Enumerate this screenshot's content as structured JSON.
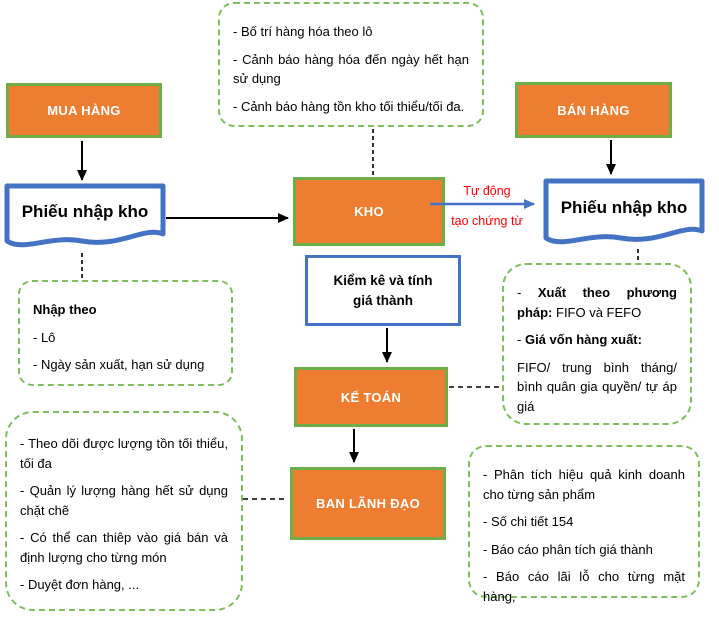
{
  "colors": {
    "orange": "#ED7D31",
    "green": "#6FAD47",
    "green_dashed": "#7FBD5F",
    "blue": "#4472C4",
    "red": "#FF0000",
    "text": "#000000",
    "white": "#FFFFFF"
  },
  "boxes": {
    "mua_hang": "MUA HÀNG",
    "ban_hang": "BÁN HÀNG",
    "kho": "KHO",
    "ke_toan": "KẾ TOÁN",
    "ban_lanh_dao": "BAN LÃNH ĐẠO",
    "kiem_ke": "Kiểm kê và tính giá thành",
    "phieu_nhap_kho_left": "Phiếu nhập kho",
    "phieu_nhap_kho_right": "Phiếu nhập kho"
  },
  "auto_link": {
    "line1": "Tự động",
    "line2": "tạo chứng từ"
  },
  "notes": {
    "kho_features": {
      "items": [
        "- Bố trí hàng hóa theo lô",
        "- Cảnh báo hàng hóa đến ngày hết hạn sử dụng",
        "- Cảnh báo hàng tồn kho tối thiểu/tối đa."
      ]
    },
    "nhap": {
      "heading": "Nhập theo",
      "items": [
        "- Lô",
        "- Ngày sản xuất, hạn sử dụng"
      ]
    },
    "xuat": {
      "item1_prefix": "- ",
      "item1_bold": "Xuất theo phương pháp:",
      "item1_rest": " FIFO và FEFO",
      "item2_prefix": "- ",
      "item2_bold": "Giá vốn hàng xuất:",
      "item3": "FIFO/ trung bình tháng/ bình quân gia quyền/ tự áp giá"
    },
    "ban_lanh_dao_features": {
      "items": [
        "- Theo dõi được lượng tồn tối thiểu, tối đa",
        "- Quản lý lượng hàng hết sử dụng chặt chẽ",
        "- Có thể can thiêp vào giá bán và định lượng cho từng món",
        "- Duyệt đơn hàng, ..."
      ]
    },
    "ke_toan_reports": {
      "items": [
        "- Phân tích hiệu quả kinh doanh cho từng sản phẩm",
        "- Số chi tiết 154",
        "- Báo cáo phân tích giá thành",
        "- Báo cáo lãi lỗ cho từng mặt hàng,"
      ]
    }
  }
}
